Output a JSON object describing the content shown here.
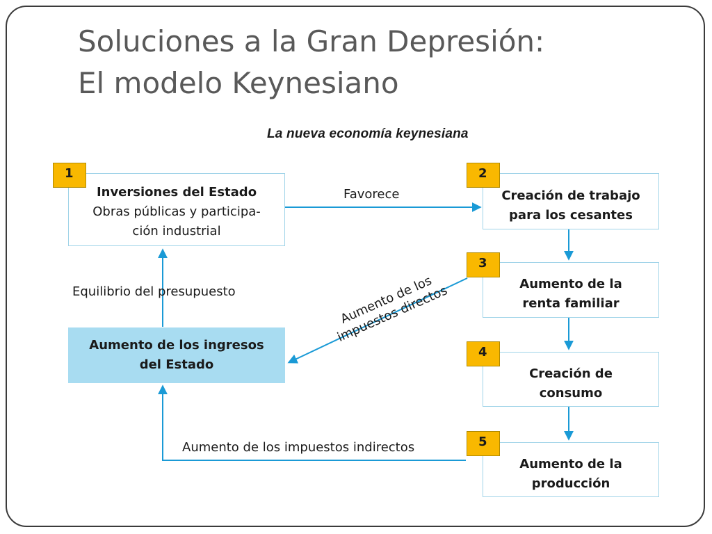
{
  "slide": {
    "title_line1": "Soluciones a la Gran Depresión:",
    "title_line2": "El modelo Keynesiano"
  },
  "figure": {
    "title": "La nueva economía keynesiana",
    "boxes": {
      "b1": {
        "number": "1",
        "title": "Inversiones del Estado",
        "line2": "Obras públicas y participa-",
        "line3": "ción industrial"
      },
      "b2": {
        "number": "2",
        "line1": "Creación de trabajo",
        "line2": "para los cesantes"
      },
      "b3": {
        "number": "3",
        "line1": "Aumento de la",
        "line2": "renta familiar"
      },
      "b4": {
        "number": "4",
        "line1": "Creación de",
        "line2": "consumo"
      },
      "b5": {
        "number": "5",
        "line1": "Aumento de la",
        "line2": "producción"
      },
      "state": {
        "line1": "Aumento de los ingresos",
        "line2": "del Estado"
      }
    },
    "labels": {
      "favorece": "Favorece",
      "equilibrio": "Equilibrio del presupuesto",
      "directos_line1": "Aumento de los",
      "directos_line2": "impuestos directos",
      "indirectos": "Aumento de los impuestos indirectos"
    },
    "colors": {
      "arrow": "#1a9ad6",
      "box_border": "#9fd3e8",
      "state_box_fill": "#a8dcf1",
      "number_badge": "#f9b800"
    }
  }
}
